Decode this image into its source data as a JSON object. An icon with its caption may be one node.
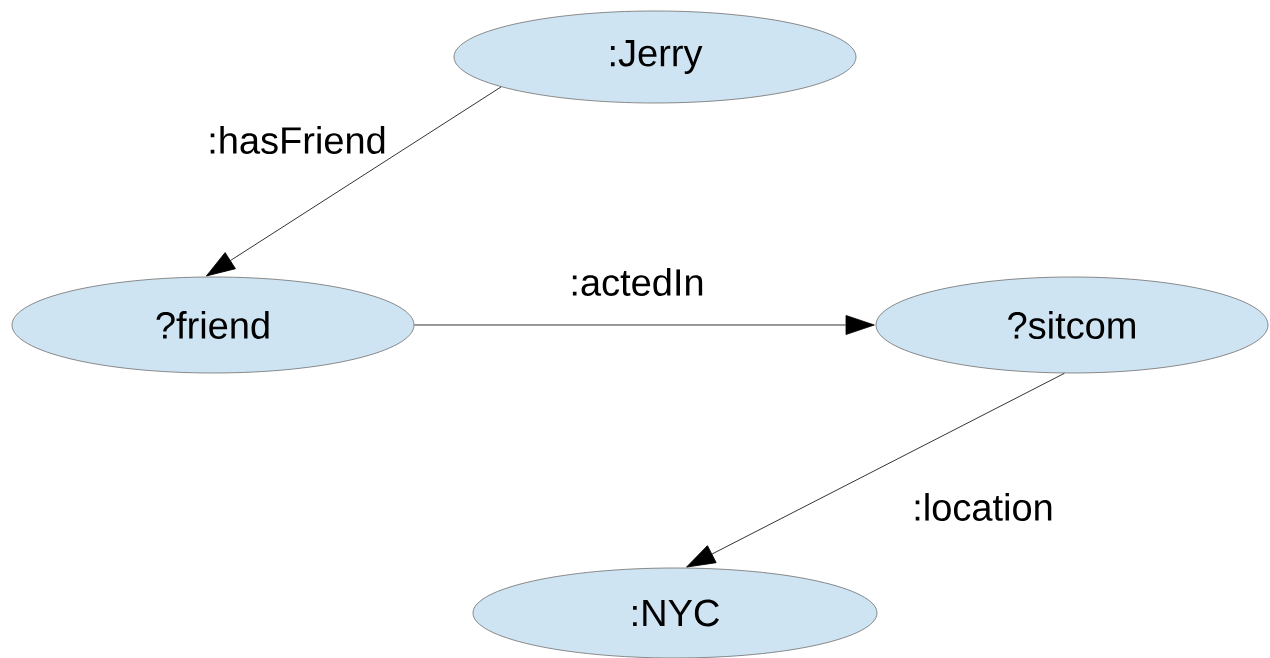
{
  "diagram": {
    "nodes": [
      {
        "text": [
          ":Jerry"
        ]
      },
      {
        "text": [
          "?friend"
        ]
      },
      {
        "text": [
          "?sitcom"
        ]
      },
      {
        "text": [
          ":NYC"
        ]
      }
    ],
    "edges": [
      {
        "from": 0,
        "to": 1,
        "arrow": "to",
        "label": ":hasFriend"
      },
      {
        "from": 1,
        "to": 2,
        "arrow": "to",
        "label": ":actedIn"
      },
      {
        "from": 2,
        "to": 3,
        "arrow": "to",
        "label": ":location"
      }
    ]
  }
}
